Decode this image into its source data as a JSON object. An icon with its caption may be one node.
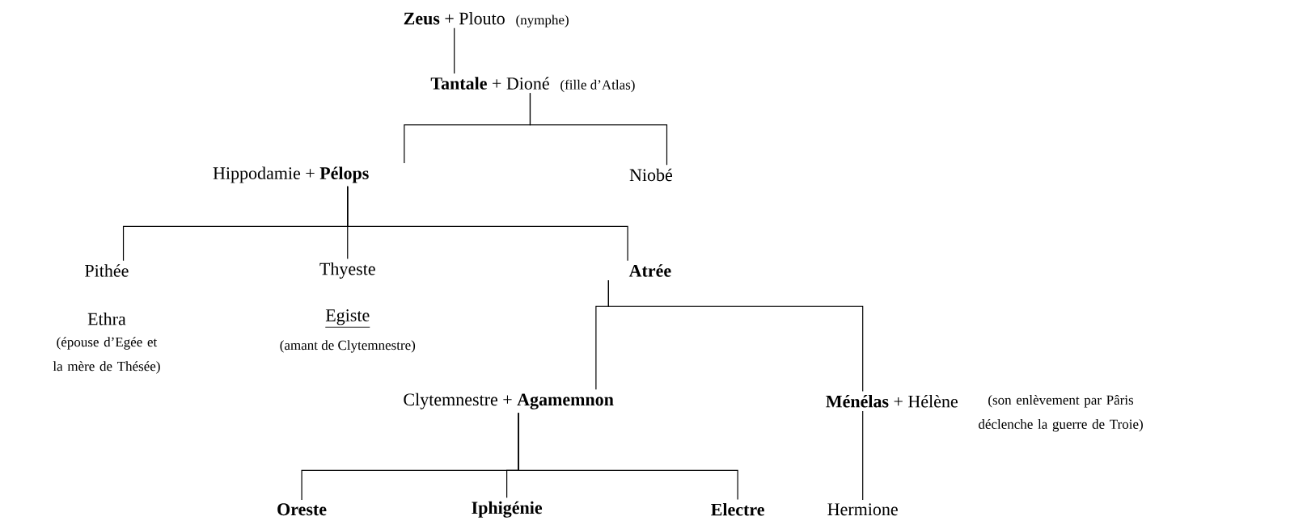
{
  "diagram": {
    "nodes": [
      {
        "text": [
          "**Zeus** + Plouto"
        ],
        "beside": [
          "(nymphe)"
        ]
      },
      {
        "text": [
          "**Tantale** + Dioné"
        ],
        "beside": [
          "(fille d’Atlas)"
        ]
      },
      {
        "text": [
          "Hippodamie + **Pélops**"
        ]
      },
      {
        "text": [
          "Niobé"
        ]
      },
      {
        "text": [
          "Pithée"
        ]
      },
      {
        "text": [
          "Thyeste"
        ]
      },
      {
        "text": [
          "Atrée"
        ]
      },
      {
        "text": [
          "Ethra"
        ],
        "beside": [
          "(épouse d’Egée et la mère de Thésée)"
        ]
      },
      {
        "text": [
          "Egiste"
        ],
        "beside": [
          "(amant de Clytemnestre)"
        ]
      },
      {
        "text": [
          "Clytemnestre + **Agamemnon**"
        ]
      },
      {
        "text": [
          "**Ménélas** + Hélène"
        ],
        "beside": [
          "(son enlèvement par Pâris déclenche la guerre de Troie)"
        ]
      },
      {
        "text": [
          "Oreste"
        ]
      },
      {
        "text": [
          "Iphigénie"
        ]
      },
      {
        "text": [
          "Electre"
        ]
      },
      {
        "text": [
          "Hermione"
        ]
      }
    ],
    "edges": [
      {
        "from": 0,
        "to": 1,
        "arrow": "none"
      },
      {
        "from": 1,
        "to": 2,
        "arrow": "none"
      },
      {
        "from": 1,
        "to": 3,
        "arrow": "none"
      },
      {
        "from": 2,
        "to": 4,
        "arrow": "none"
      },
      {
        "from": 2,
        "to": 5,
        "arrow": "none"
      },
      {
        "from": 2,
        "to": 6,
        "arrow": "none"
      },
      {
        "from": 6,
        "to": 9,
        "arrow": "none"
      },
      {
        "from": 6,
        "to": 10,
        "arrow": "none"
      },
      {
        "from": 9,
        "to": 11,
        "arrow": "none"
      },
      {
        "from": 9,
        "to": 12,
        "arrow": "none"
      },
      {
        "from": 9,
        "to": 13,
        "arrow": "none"
      },
      {
        "from": 10,
        "to": 14,
        "arrow": "none"
      }
    ]
  }
}
